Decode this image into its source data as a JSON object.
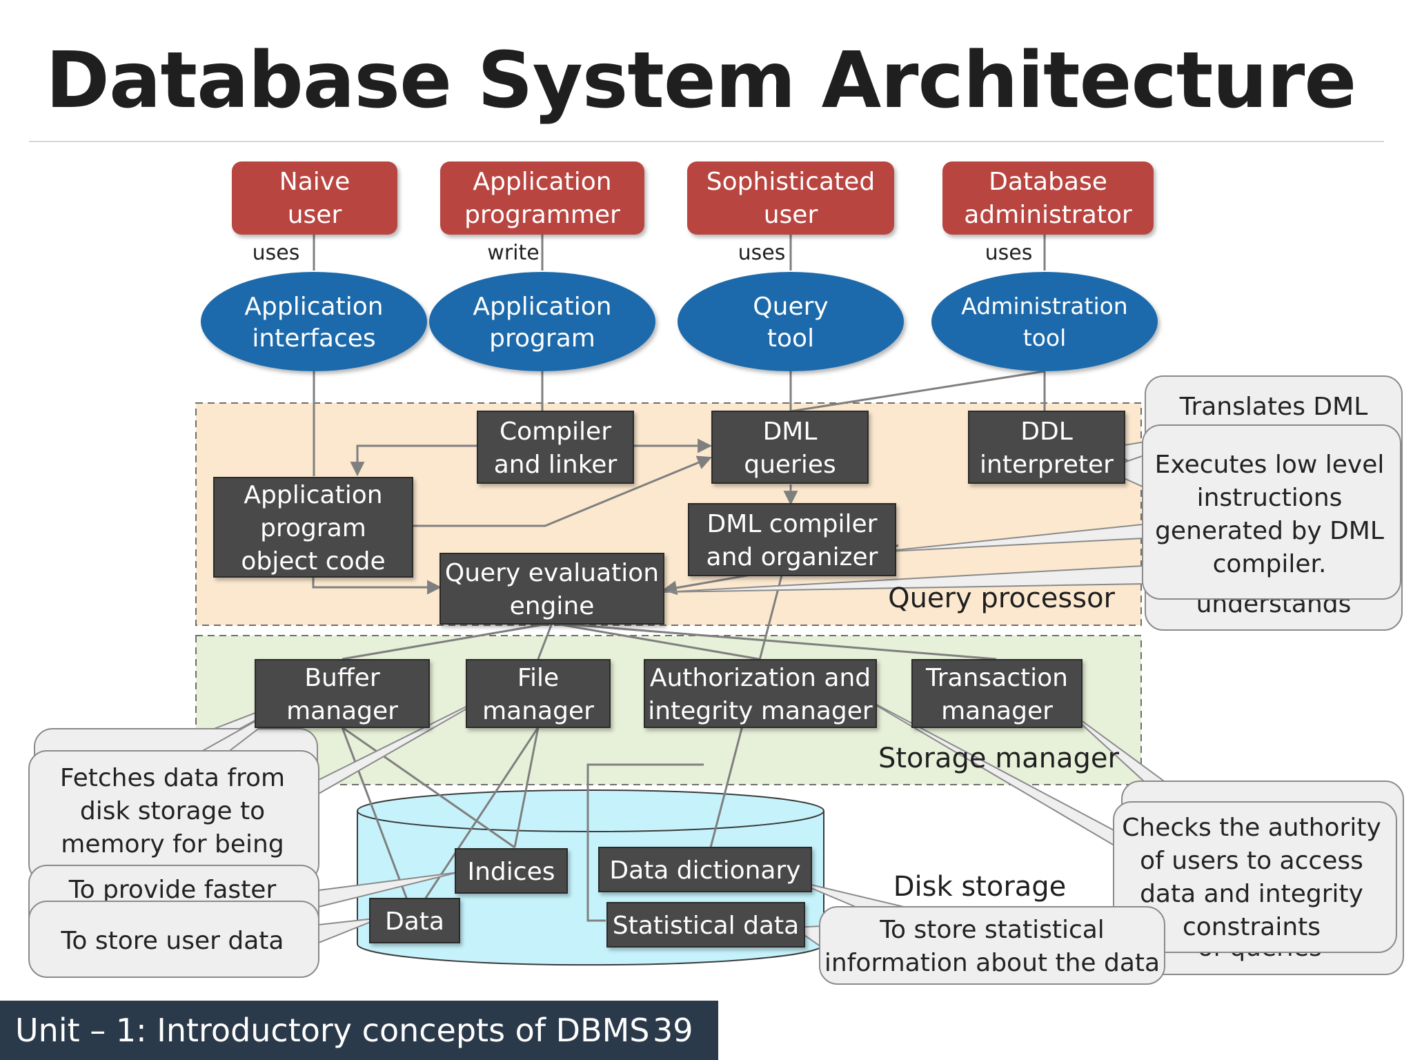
{
  "title": "Database System Architecture",
  "footer": {
    "text": "Unit – 1: Introductory concepts of DBMS",
    "page": "39"
  },
  "colors": {
    "user": "#b94441",
    "tool": "#1f6aab",
    "box": "#4a4a4a",
    "query_region": "#fbe8cf",
    "storage_region": "#e7f0d8",
    "disk": "#c6f3fb",
    "callout": "#efeff0",
    "line": "#7f7f7f"
  },
  "users": [
    {
      "name": "naive-user-box",
      "lines": [
        "Naive",
        "user"
      ],
      "x": 0,
      "y": 0
    },
    {
      "name": "application-programmer-box",
      "lines": [
        "Application",
        "programmer"
      ]
    },
    {
      "name": "sophisticated-user-box",
      "lines": [
        "Sophisticated",
        "user"
      ]
    },
    {
      "name": "database-administrator-box",
      "lines": [
        "Database",
        "administrator"
      ]
    }
  ],
  "relations": [
    "uses",
    "write",
    "uses",
    "uses"
  ],
  "tools": [
    {
      "name": "application-interfaces-ellipse",
      "lines": [
        "Application",
        "interfaces"
      ]
    },
    {
      "name": "application-program-ellipse",
      "lines": [
        "Application",
        "program"
      ]
    },
    {
      "name": "query-tool-ellipse",
      "lines": [
        "Query",
        "tool"
      ]
    },
    {
      "name": "administration-tool-ellipse",
      "lines": [
        "Administration",
        "tool"
      ]
    }
  ],
  "components": {
    "compiler_linker": [
      "Compiler",
      "and linker"
    ],
    "dml_queries": [
      "DML",
      "queries"
    ],
    "ddl_interpreter": [
      "DDL",
      "interpreter"
    ],
    "app_object_code": [
      "Application",
      "program",
      "object code"
    ],
    "dml_compiler": [
      "DML compiler",
      "and organizer"
    ],
    "query_eval": [
      "Query evaluation",
      "engine"
    ],
    "buffer_manager": [
      "Buffer",
      "manager"
    ],
    "file_manager": [
      "File",
      "manager"
    ],
    "auth_manager": [
      "Authorization and",
      "integrity manager"
    ],
    "transaction_manager": [
      "Transaction",
      "manager"
    ],
    "indices": [
      "Indices"
    ],
    "data": [
      "Data"
    ],
    "data_dictionary": [
      "Data dictionary"
    ],
    "statistical_data": [
      "Statistical data"
    ]
  },
  "regions": {
    "query_processor": "Query processor",
    "storage_manager": "Storage manager",
    "disk_storage": "Disk storage"
  },
  "callouts": {
    "translates_dml": "Translates DML",
    "understands": "understands",
    "executes": [
      "Executes low level",
      "instructions",
      "generated by DML",
      "compiler."
    ],
    "fetches": [
      "Fetches data from",
      "disk storage to",
      "memory for being"
    ],
    "faster": "To provide faster",
    "store_user": "To store user data",
    "store_statistical": [
      "To store statistical",
      "information about the data"
    ],
    "checks": [
      "Checks the authority",
      "of users to access",
      "data and integrity",
      "constraints"
    ],
    "queries_partial": "of queries"
  }
}
